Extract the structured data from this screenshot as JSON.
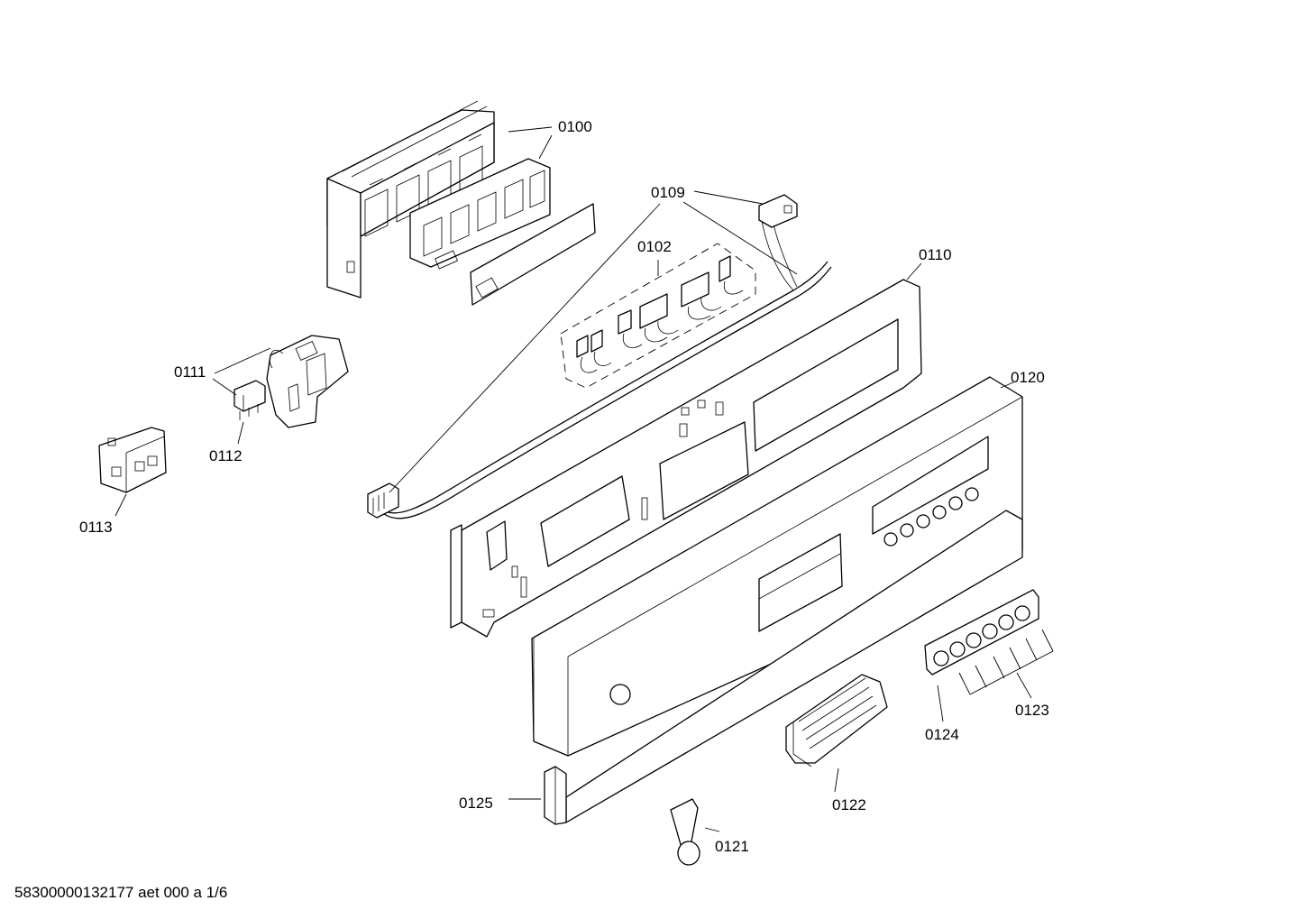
{
  "labels": {
    "p0100": "0100",
    "p0109": "0109",
    "p0102": "0102",
    "p0110": "0110",
    "p0111": "0111",
    "p0112": "0112",
    "p0113": "0113",
    "p0120": "0120",
    "p0123": "0123",
    "p0124": "0124",
    "p0125": "0125",
    "p0122": "0122",
    "p0121": "0121"
  },
  "footer": {
    "document_id": "58300000132177 aet 000 a 1/6"
  }
}
